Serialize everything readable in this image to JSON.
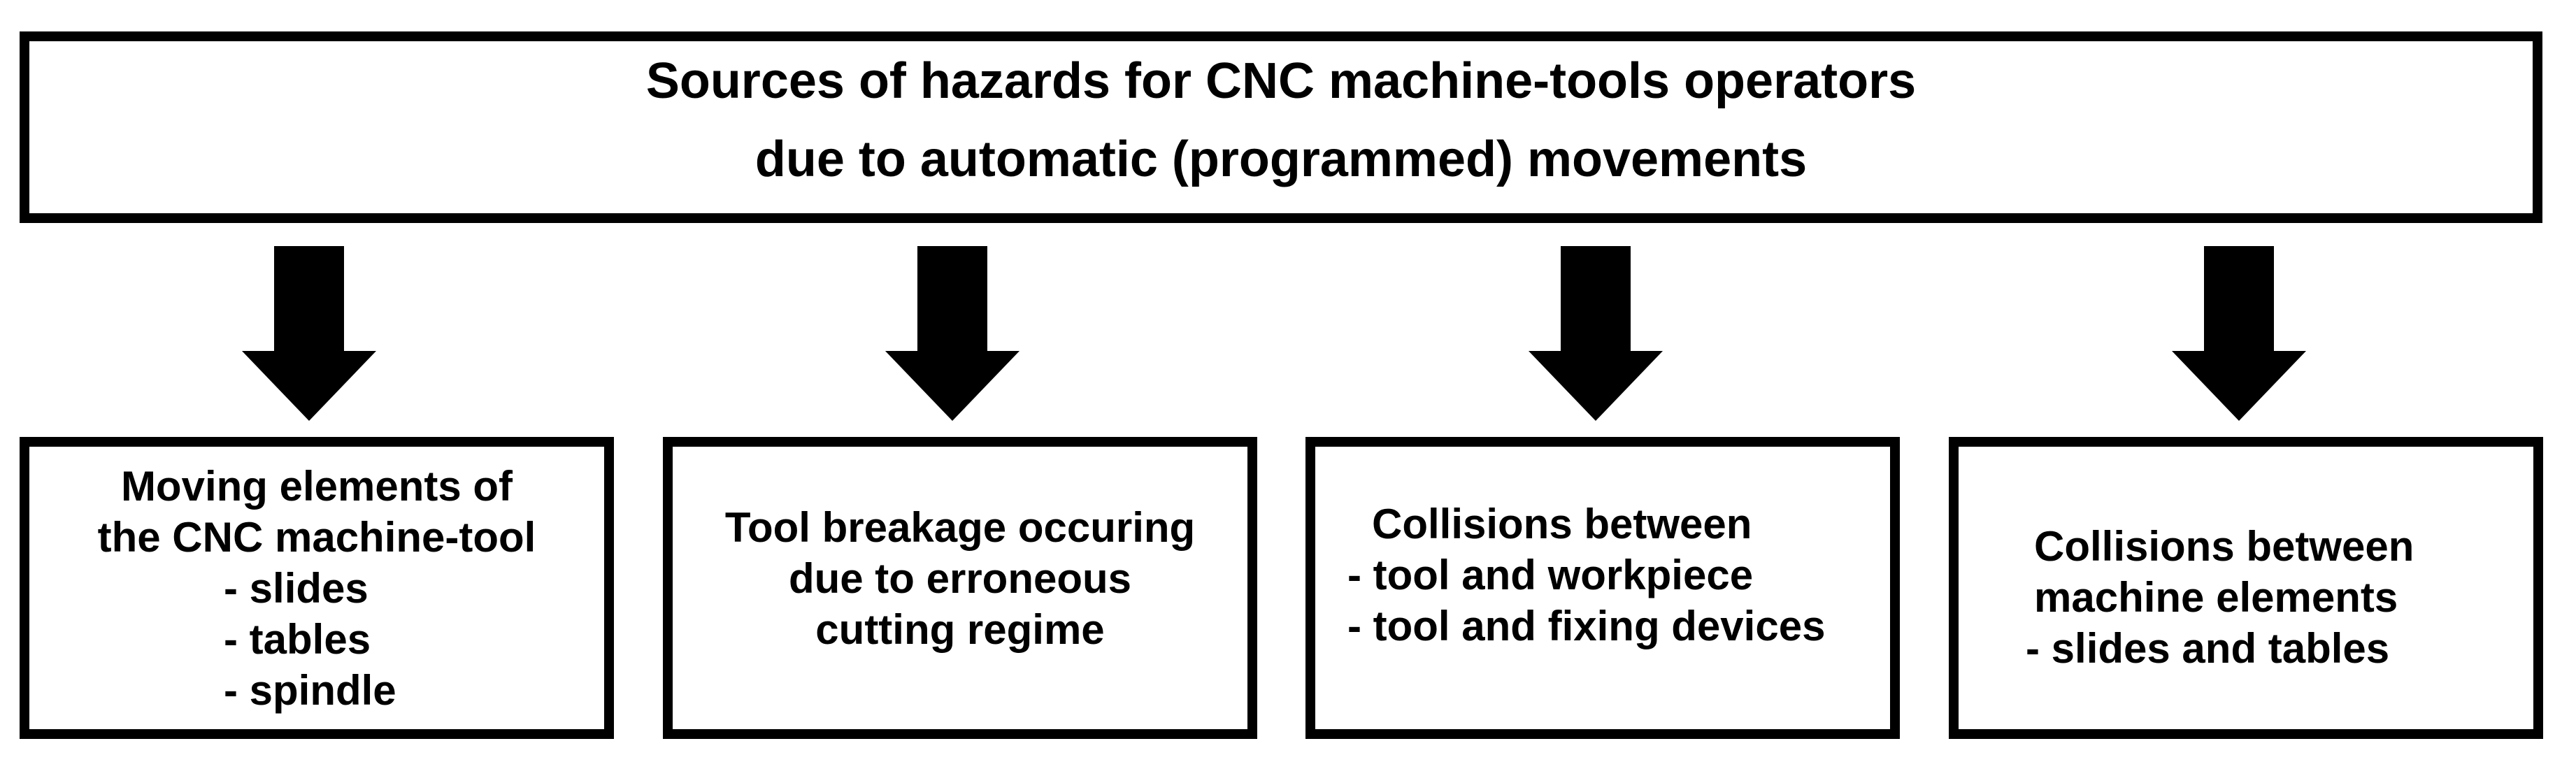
{
  "title": {
    "line1": "Sources of hazards for CNC machine-tools operators",
    "line2": "due to automatic (programmed) movements"
  },
  "boxes": [
    {
      "name": "moving-elements",
      "lines": [
        "Moving elements of",
        "the CNC machine-tool",
        "- slides",
        "- tables",
        "- spindle"
      ]
    },
    {
      "name": "tool-breakage",
      "lines": [
        "Tool breakage occuring",
        "due to erroneous",
        "cutting regime"
      ]
    },
    {
      "name": "collisions-tool",
      "lines": [
        "Collisions between",
        "- tool and workpiece",
        "- tool and fixing devices"
      ]
    },
    {
      "name": "collisions-machine",
      "lines": [
        "Collisions between",
        "machine elements",
        "- slides and tables"
      ]
    }
  ],
  "icons": {
    "arrow": "down-arrow"
  },
  "colors": {
    "ink": "#000000",
    "background": "#ffffff"
  }
}
